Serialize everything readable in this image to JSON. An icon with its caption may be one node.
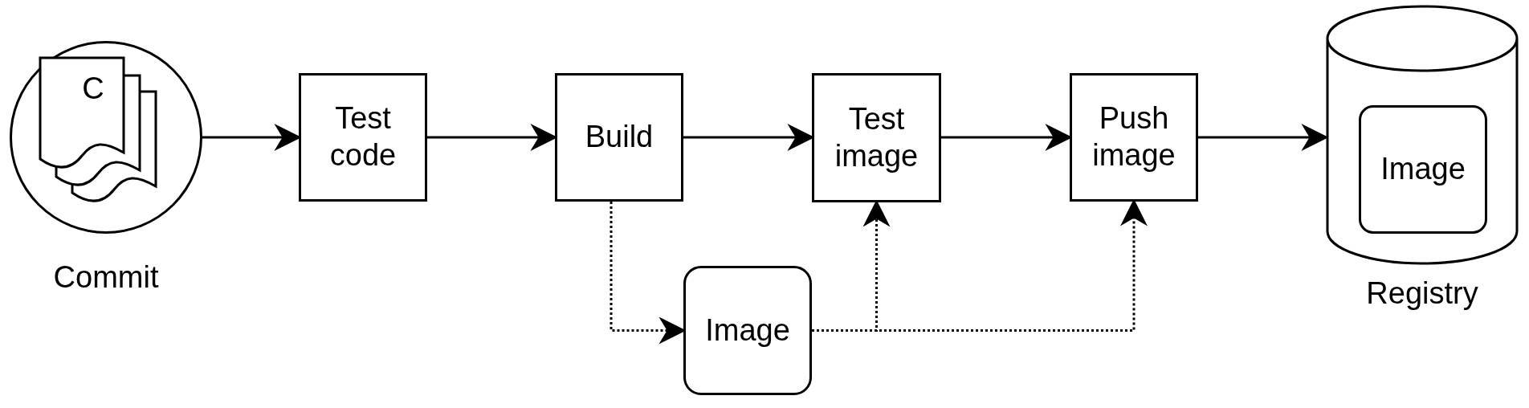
{
  "diagram": {
    "nodes": [
      {
        "text": [
          "C"
        ],
        "beside": [
          "Commit"
        ]
      },
      {
        "text": [
          "Test code"
        ]
      },
      {
        "text": [
          "Build"
        ]
      },
      {
        "text": [
          "Test image"
        ]
      },
      {
        "text": [
          "Push image"
        ]
      },
      {
        "text": [],
        "shape": "cylinder",
        "beside": [
          "Registry"
        ]
      },
      {
        "text": [
          "Image"
        ],
        "in": 5
      },
      {
        "text": [
          "Image"
        ]
      }
    ],
    "edges": [
      {
        "from": 0,
        "to": 1,
        "arrow": "to"
      },
      {
        "from": 1,
        "to": 2,
        "arrow": "to"
      },
      {
        "from": 2,
        "to": 3,
        "arrow": "to"
      },
      {
        "from": 3,
        "to": 4,
        "arrow": "to"
      },
      {
        "from": 4,
        "to": 5,
        "arrow": "to"
      },
      {
        "from": 2,
        "to": 7,
        "arrow": "to",
        "style": "dashed"
      },
      {
        "from": 7,
        "to": 3,
        "arrow": "to",
        "style": "dashed"
      },
      {
        "from": 7,
        "to": 4,
        "arrow": "to",
        "style": "dashed"
      }
    ]
  }
}
